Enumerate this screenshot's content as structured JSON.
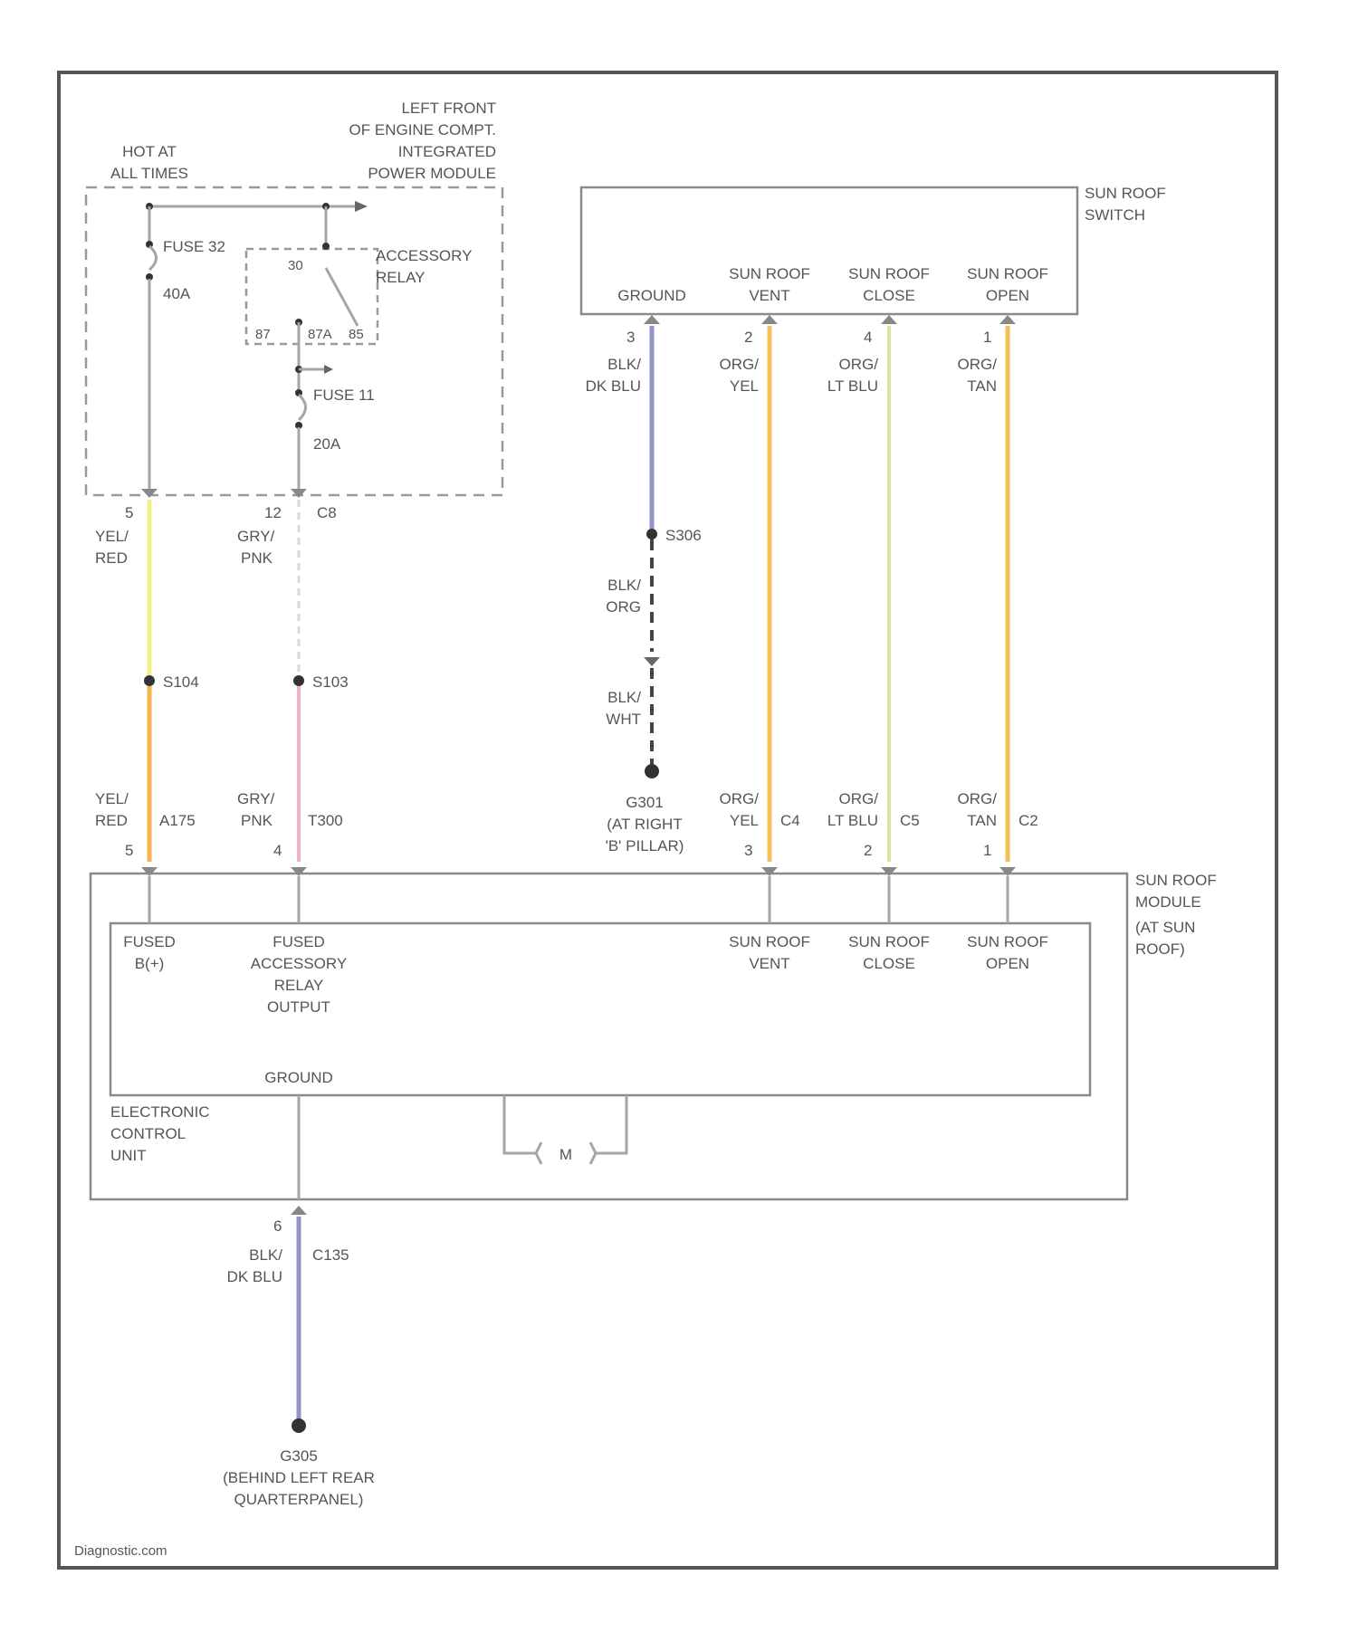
{
  "colors": {
    "yel_red_upper": "#f3ef86",
    "yel_red_lower": "#f4b44e",
    "gry_pnk_upper": "#d8d8d8",
    "gry_pnk_lower": "#eab4c4",
    "blk_dkblu": "#8f96c4",
    "org_yel": "#f7bf5a",
    "org_ltblu": "#d5e6a0",
    "org_tan": "#f2be55",
    "blk_dashed": "#444444",
    "frame": "#555555"
  },
  "pdm": {
    "hot_label": [
      "HOT AT",
      "ALL TIMES"
    ],
    "title": [
      "LEFT FRONT",
      "OF ENGINE COMPT.",
      "INTEGRATED",
      "POWER MODULE"
    ],
    "fuse32_name": "FUSE 32",
    "fuse32_rating": "40A",
    "relay_name": [
      "ACCESSORY",
      "RELAY"
    ],
    "relay_pin_30": "30",
    "relay_pin_87": "87",
    "relay_pin_87a": "87A",
    "relay_pin_85": "85",
    "fuse11_name": "FUSE 11",
    "fuse11_rating": "20A",
    "pin_left": "5",
    "pin_right": "12",
    "connector": "C8"
  },
  "left_wires": {
    "wire1_color_upper": [
      "YEL/",
      "RED"
    ],
    "wire2_color_upper": [
      "GRY/",
      "PNK"
    ],
    "splice1": "S104",
    "splice2": "S103",
    "wire1_color_lower": [
      "YEL/",
      "RED"
    ],
    "wire2_color_lower": [
      "GRY/",
      "PNK"
    ],
    "conn1": "A175",
    "conn2": "T300",
    "pin1": "5",
    "pin2": "4"
  },
  "switch": {
    "name": [
      "SUN ROOF",
      "SWITCH"
    ],
    "terminals": [
      {
        "label": [
          "GROUND"
        ],
        "pin": "3",
        "wire": [
          "BLK/",
          "DK BLU"
        ]
      },
      {
        "label": [
          "SUN ROOF",
          "VENT"
        ],
        "pin": "2",
        "wire": [
          "ORG/",
          "YEL"
        ]
      },
      {
        "label": [
          "SUN ROOF",
          "CLOSE"
        ],
        "pin": "4",
        "wire": [
          "ORG/",
          "LT BLU"
        ]
      },
      {
        "label": [
          "SUN ROOF",
          "OPEN"
        ],
        "pin": "1",
        "wire": [
          "ORG/",
          "TAN"
        ]
      }
    ]
  },
  "ground_path": {
    "splice": "S306",
    "wire_a": [
      "BLK/",
      "ORG"
    ],
    "wire_b": [
      "BLK/",
      "WHT"
    ],
    "ground": [
      "G301",
      "(AT RIGHT",
      "'B' PILLAR)"
    ]
  },
  "module_inputs": [
    {
      "wire": [
        "ORG/",
        "YEL"
      ],
      "conn": "C4",
      "pin": "3"
    },
    {
      "wire": [
        "ORG/",
        "LT BLU"
      ],
      "conn": "C5",
      "pin": "2"
    },
    {
      "wire": [
        "ORG/",
        "TAN"
      ],
      "conn": "C2",
      "pin": "1"
    }
  ],
  "module": {
    "name": [
      "SUN ROOF",
      "MODULE",
      "(AT SUN",
      "ROOF)"
    ],
    "ecu_label": [
      "ELECTRONIC",
      "CONTROL",
      "UNIT"
    ],
    "term_fused_b": [
      "FUSED",
      "B(+)"
    ],
    "term_fused_acc": [
      "FUSED",
      "ACCESSORY",
      "RELAY",
      "OUTPUT"
    ],
    "term_vent": [
      "SUN ROOF",
      "VENT"
    ],
    "term_close": [
      "SUN ROOF",
      "CLOSE"
    ],
    "term_open": [
      "SUN ROOF",
      "OPEN"
    ],
    "term_ground": "GROUND",
    "motor": "M"
  },
  "bottom": {
    "pin": "6",
    "conn": "C135",
    "wire": [
      "BLK/",
      "DK BLU"
    ],
    "ground": [
      "G305",
      "(BEHIND LEFT REAR",
      "QUARTERPANEL)"
    ]
  },
  "watermark": "Diagnostic.com"
}
